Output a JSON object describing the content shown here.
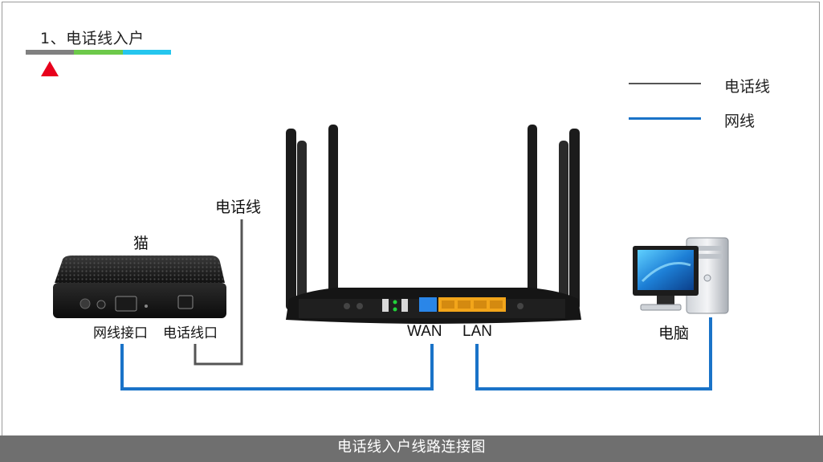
{
  "step": {
    "title": "1、电话线入户",
    "progress_colors": [
      "#808080",
      "#6dc94a",
      "#25c6ee"
    ],
    "marker_color": "#e8001c"
  },
  "legend": {
    "items": [
      {
        "label": "电话线",
        "color": "#555555"
      },
      {
        "label": "网线",
        "color": "#1a73c8"
      }
    ]
  },
  "labels": {
    "phone_line": "电话线",
    "modem": "猫",
    "modem_net_port": "网线接口",
    "modem_phone_port": "电话线口",
    "router_wan": "WAN",
    "router_lan": "LAN",
    "computer": "电脑"
  },
  "footer": {
    "caption": "电话线入户线路连接图"
  },
  "colors": {
    "phone_wire": "#555555",
    "network_wire": "#1a73c8"
  }
}
